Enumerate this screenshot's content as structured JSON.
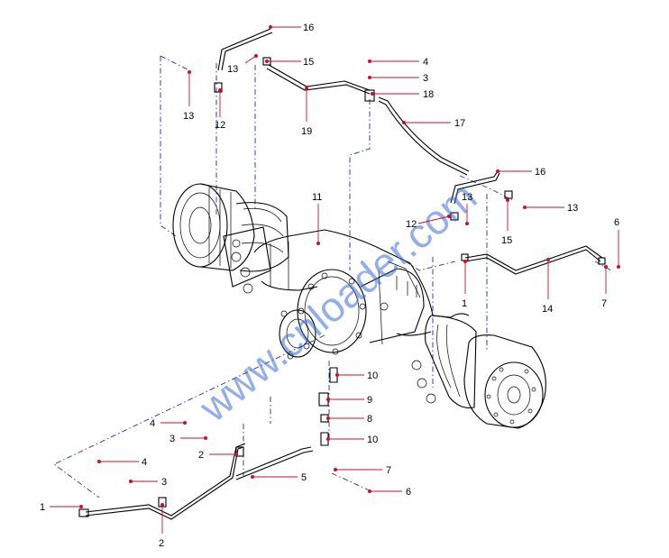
{
  "watermark": "www.cnloader.com",
  "colors": {
    "leader": "#c8102e",
    "hidden_line": "#1f2f9a",
    "watermark": "#3a6fd8",
    "outline": "#000000"
  },
  "callouts": {
    "c16a": "16",
    "c15a": "15",
    "c13a": "13",
    "c13b": "13",
    "c12a": "12",
    "c19": "19",
    "c4a": "4",
    "c3a": "3",
    "c18": "18",
    "c17": "17",
    "c11": "11",
    "c16b": "16",
    "c13c": "13",
    "c13d": "13",
    "c12b": "12",
    "c15b": "15",
    "c6a": "6",
    "c14": "14",
    "c7a": "7",
    "c1a": "1",
    "c10a": "10",
    "c9": "9",
    "c8": "8",
    "c10b": "10",
    "c4b": "4",
    "c3b": "3",
    "c2a": "2",
    "c4c": "4",
    "c3c": "3",
    "c5": "5",
    "c7b": "7",
    "c6b": "6",
    "c1b": "1",
    "c2b": "2"
  }
}
